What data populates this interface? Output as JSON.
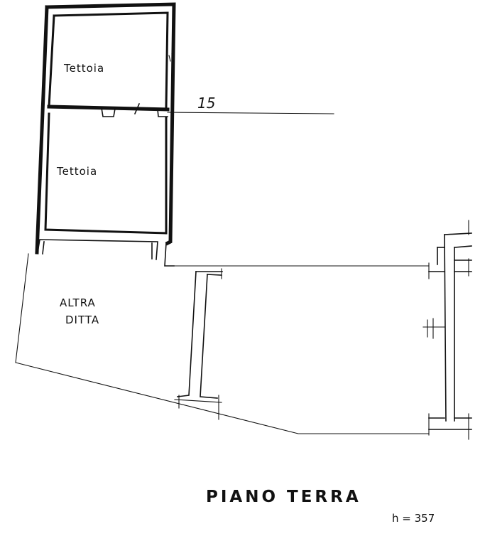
{
  "rooms": {
    "tettoia_upper": "Tettoia",
    "tettoia_lower": "Tettoia",
    "altra_ditta_line1": "ALTRA",
    "altra_ditta_line2": "DITTA"
  },
  "dimension_label": "15",
  "title": {
    "floor": "PIANO TERRA",
    "height": "h = 357"
  }
}
